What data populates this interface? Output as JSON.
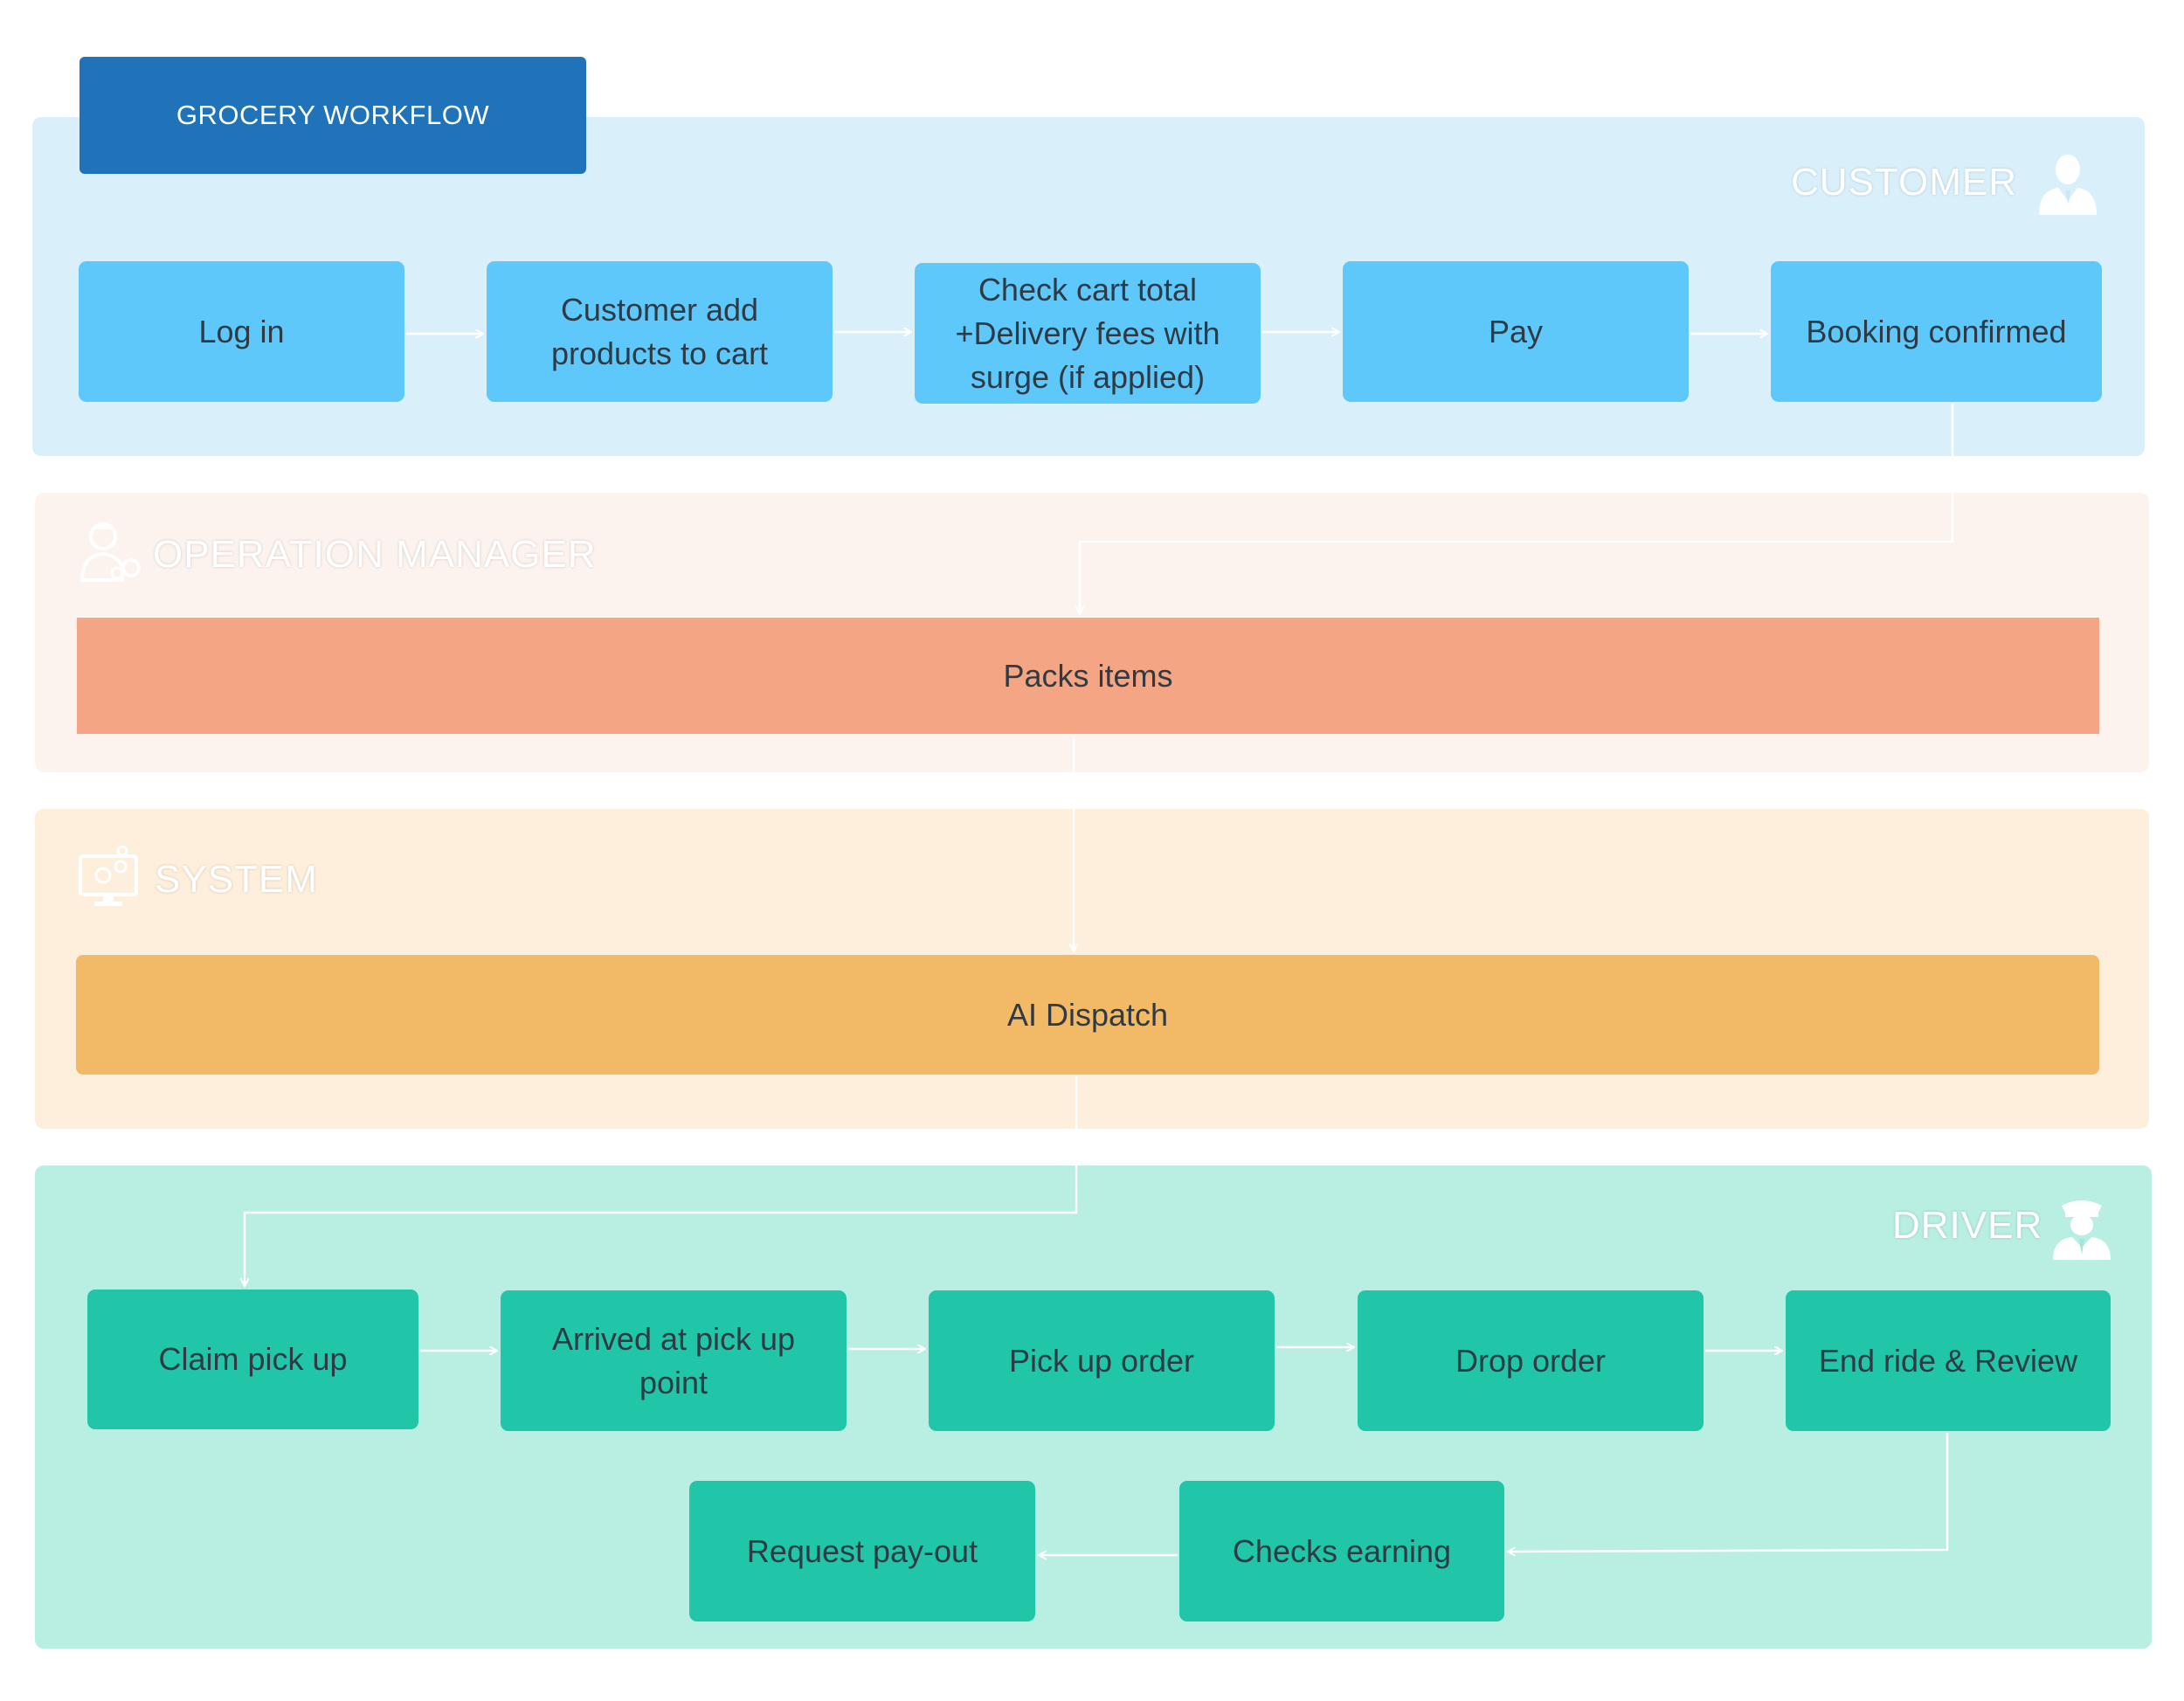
{
  "header": {
    "title": "GROCERY WORKFLOW"
  },
  "lanes": {
    "customer": {
      "title": "CUSTOMER",
      "icon": "customer-person-icon",
      "color": "#d9f0fb"
    },
    "operation_manager": {
      "title": "OPERATION MANAGER",
      "icon": "operation-manager-icon",
      "color": "#fdf3ee"
    },
    "system": {
      "title": "SYSTEM",
      "icon": "computer-gears-icon",
      "color": "#fdefdb"
    },
    "driver": {
      "title": "DRIVER",
      "icon": "driver-cap-icon",
      "color": "#b9eee3"
    }
  },
  "customer_steps": [
    {
      "label": "Log in"
    },
    {
      "label": "Customer add products to cart"
    },
    {
      "label": "Check cart total +Delivery fees with surge (if applied)"
    },
    {
      "label": "Pay"
    },
    {
      "label": "Booking confirmed"
    }
  ],
  "operation_manager_step": {
    "label": "Packs items",
    "color": "#f4a684"
  },
  "system_step": {
    "label": "AI Dispatch",
    "color": "#f2ba66"
  },
  "driver_steps": [
    {
      "label": "Claim pick up"
    },
    {
      "label": "Arrived at pick up point"
    },
    {
      "label": "Pick up order"
    },
    {
      "label": "Drop order"
    },
    {
      "label": "End ride & Review"
    }
  ],
  "driver_steps_row2": [
    {
      "label": "Checks earning"
    },
    {
      "label": "Request pay-out"
    }
  ]
}
